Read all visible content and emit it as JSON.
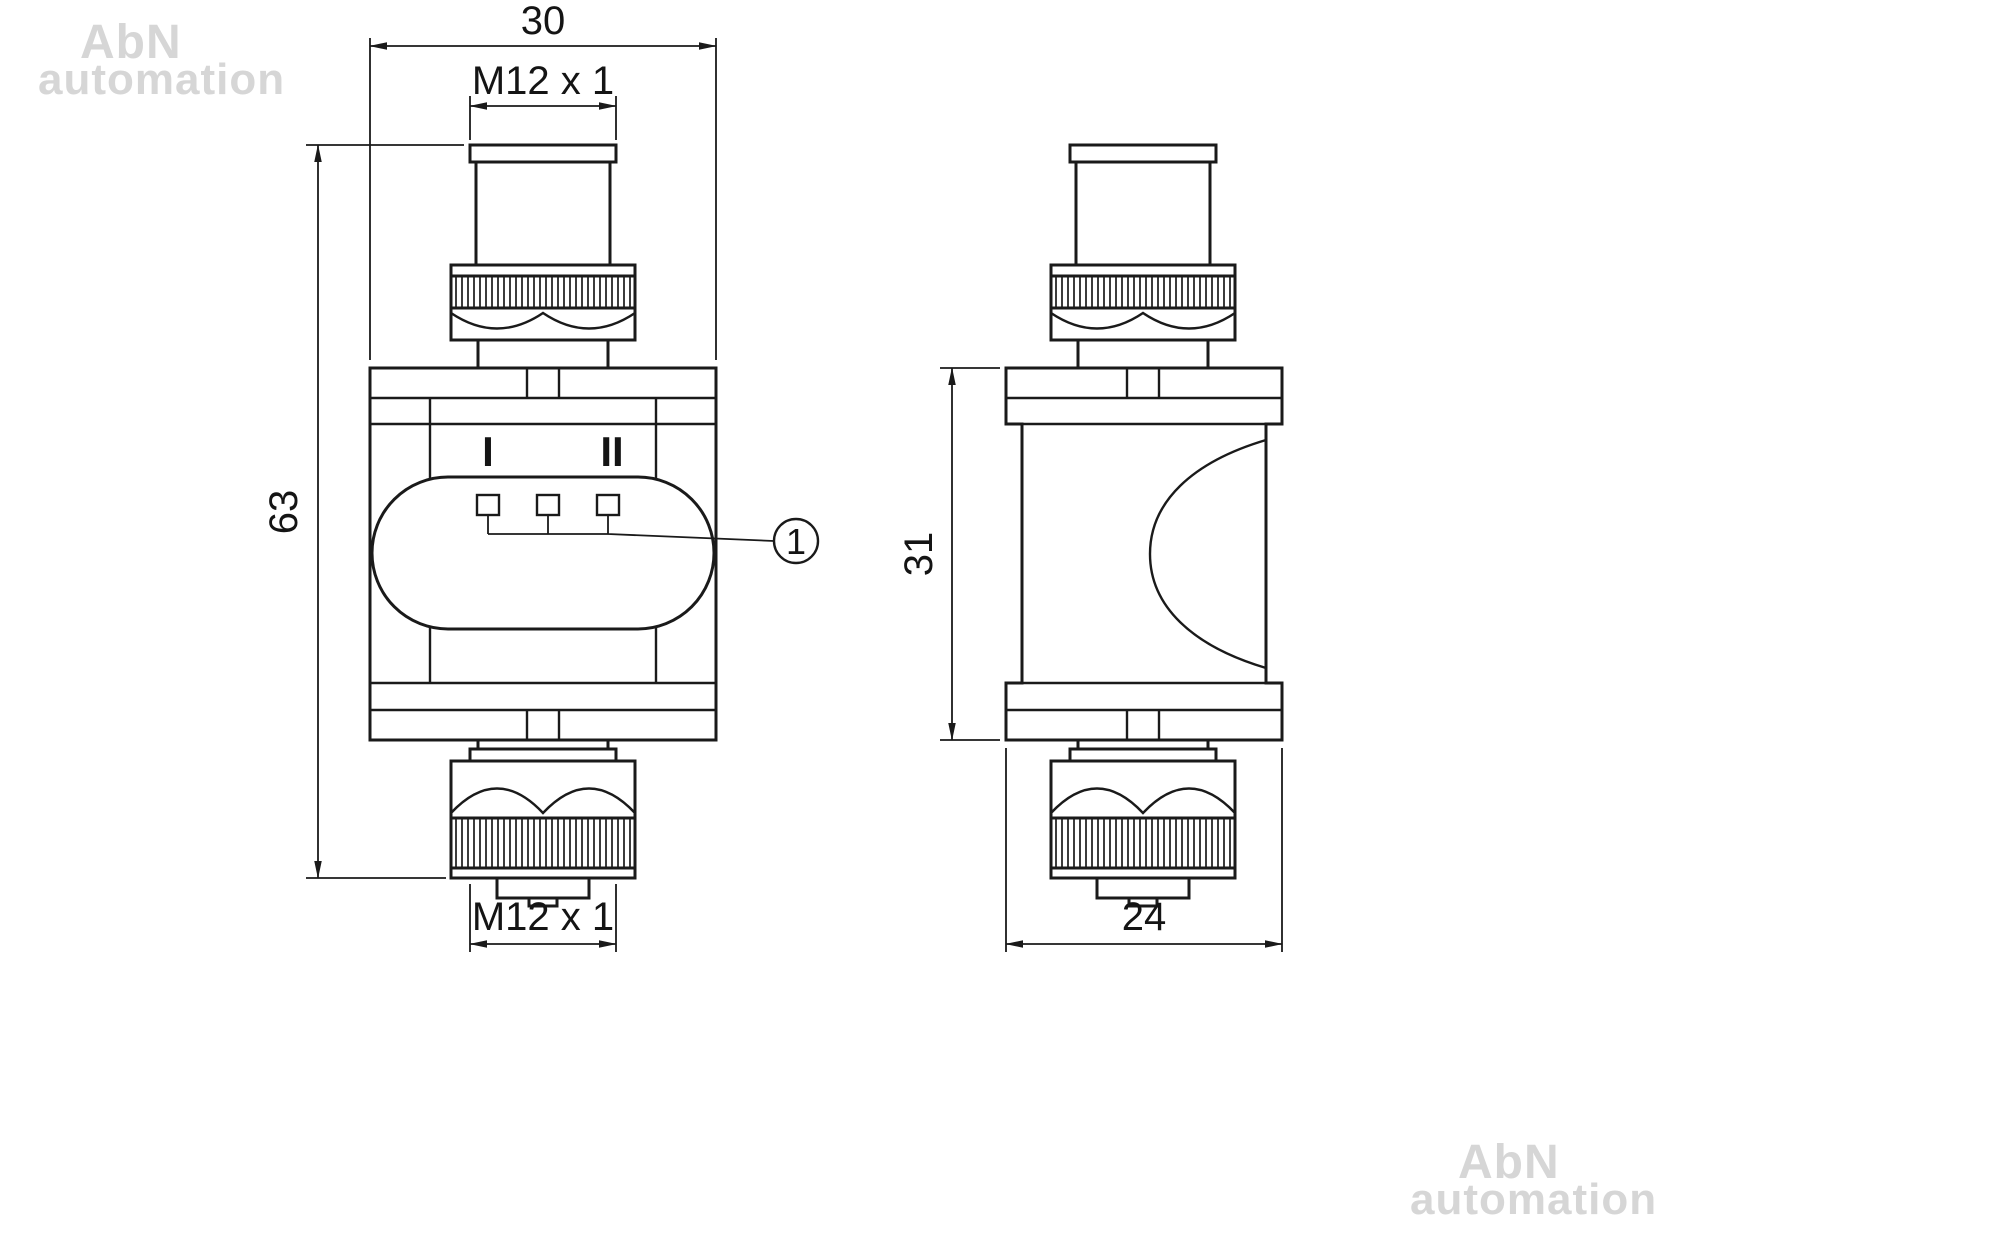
{
  "watermark": {
    "line1": "AbN",
    "line2": "automation",
    "color": "#d6d6d6"
  },
  "front_view": {
    "dim_overall_width": "30",
    "dim_connector_top": "M12 x 1",
    "dim_overall_length": "63",
    "dim_connector_bottom": "M12 x 1",
    "marking_output_1": "I",
    "marking_output_2": "II",
    "callout_leds": "1"
  },
  "side_view": {
    "dim_housing_height": "31",
    "dim_housing_width": "24"
  },
  "colors": {
    "line": "#1a1a1a",
    "background": "#ffffff"
  }
}
